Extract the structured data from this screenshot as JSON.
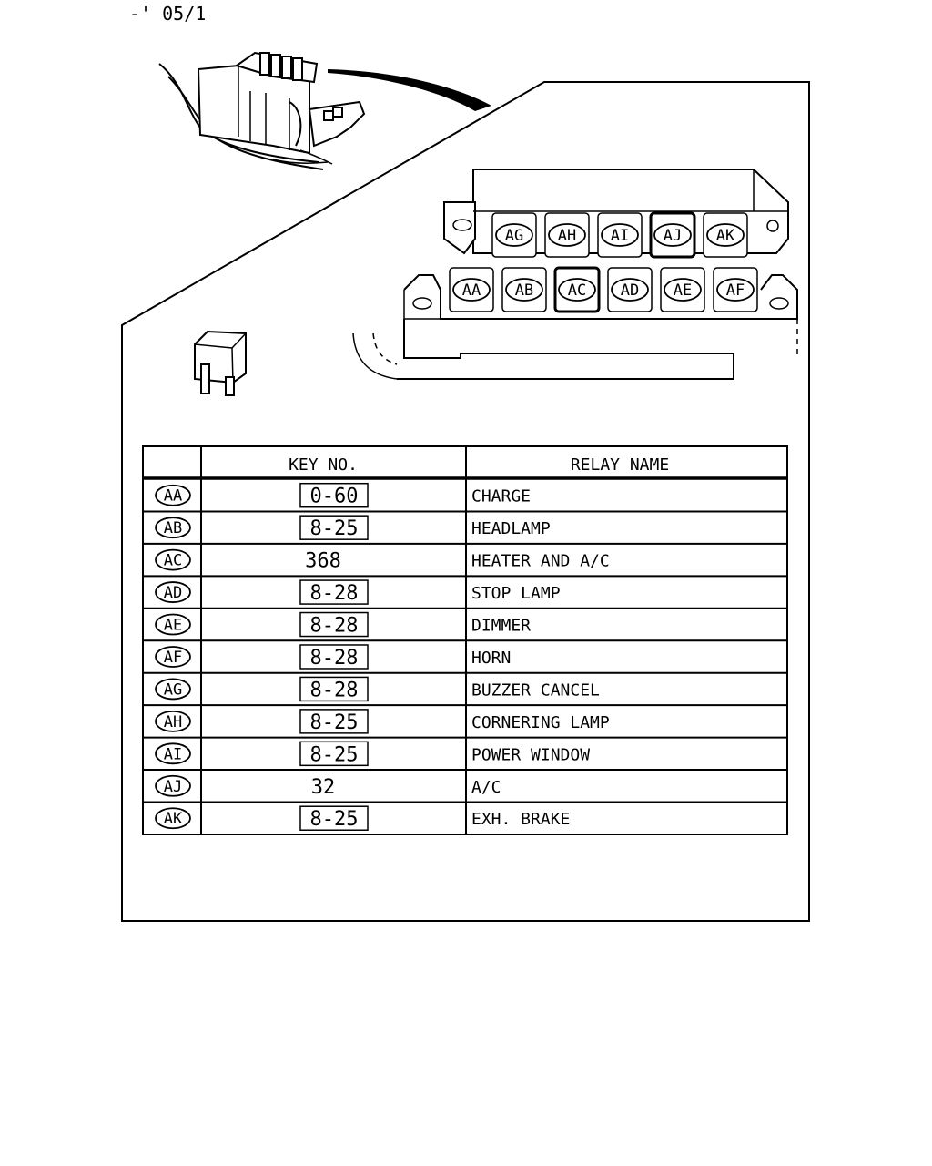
{
  "header": {
    "page_ref": "-' 05/1"
  },
  "relay_box": {
    "top_row": [
      {
        "id": "AG",
        "highlighted": false
      },
      {
        "id": "AH",
        "highlighted": false
      },
      {
        "id": "AI",
        "highlighted": false
      },
      {
        "id": "AJ",
        "highlighted": true
      },
      {
        "id": "AK",
        "highlighted": false
      }
    ],
    "bottom_row": [
      {
        "id": "AA",
        "highlighted": false
      },
      {
        "id": "AB",
        "highlighted": false
      },
      {
        "id": "AC",
        "highlighted": true
      },
      {
        "id": "AD",
        "highlighted": false
      },
      {
        "id": "AE",
        "highlighted": false
      },
      {
        "id": "AF",
        "highlighted": false
      }
    ]
  },
  "table": {
    "headers": {
      "col0": "",
      "key": "KEY NO.",
      "relay": "RELAY NAME"
    },
    "rows": [
      {
        "id": "AA",
        "key": "0-60",
        "boxed": true,
        "relay": "CHARGE"
      },
      {
        "id": "AB",
        "key": "8-25",
        "boxed": true,
        "relay": "HEADLAMP"
      },
      {
        "id": "AC",
        "key": "368",
        "boxed": false,
        "relay": "HEATER AND A/C"
      },
      {
        "id": "AD",
        "key": "8-28",
        "boxed": true,
        "relay": "STOP LAMP"
      },
      {
        "id": "AE",
        "key": "8-28",
        "boxed": true,
        "relay": "DIMMER"
      },
      {
        "id": "AF",
        "key": "8-28",
        "boxed": true,
        "relay": "HORN"
      },
      {
        "id": "AG",
        "key": "8-28",
        "boxed": true,
        "relay": "BUZZER CANCEL"
      },
      {
        "id": "AH",
        "key": "8-25",
        "boxed": true,
        "relay": "CORNERING LAMP"
      },
      {
        "id": "AI",
        "key": "8-25",
        "boxed": true,
        "relay": "POWER WINDOW"
      },
      {
        "id": "AJ",
        "key": "32",
        "boxed": false,
        "relay": "A/C"
      },
      {
        "id": "AK",
        "key": "8-25",
        "boxed": true,
        "relay": "EXH. BRAKE"
      }
    ]
  }
}
